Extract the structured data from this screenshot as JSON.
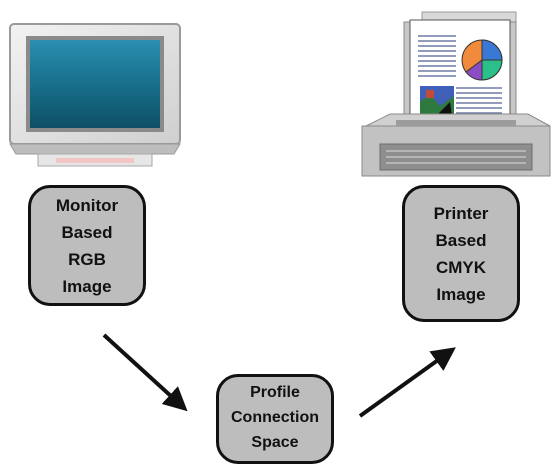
{
  "diagram": {
    "nodes": [
      {
        "id": "monitor-rgb",
        "lines": [
          "Monitor",
          "Based",
          "RGB",
          "Image"
        ]
      },
      {
        "id": "printer-cmyk",
        "lines": [
          "Printer",
          "Based",
          "CMYK",
          "Image"
        ]
      },
      {
        "id": "profile-connection-space",
        "lines": [
          "Profile",
          "Connection",
          "Space"
        ]
      }
    ],
    "edges": [
      {
        "from": "monitor-rgb",
        "to": "profile-connection-space"
      },
      {
        "from": "profile-connection-space",
        "to": "printer-cmyk"
      }
    ],
    "icons": [
      "monitor-icon",
      "printer-icon",
      "pie-chart-icon"
    ],
    "colors": {
      "node_fill": "#bdbdbd",
      "node_border": "#111111",
      "screen": "#1b7f9c",
      "pie_orange": "#f08a3c",
      "pie_blue": "#3a78d6",
      "pie_green": "#2bbf8a"
    }
  }
}
